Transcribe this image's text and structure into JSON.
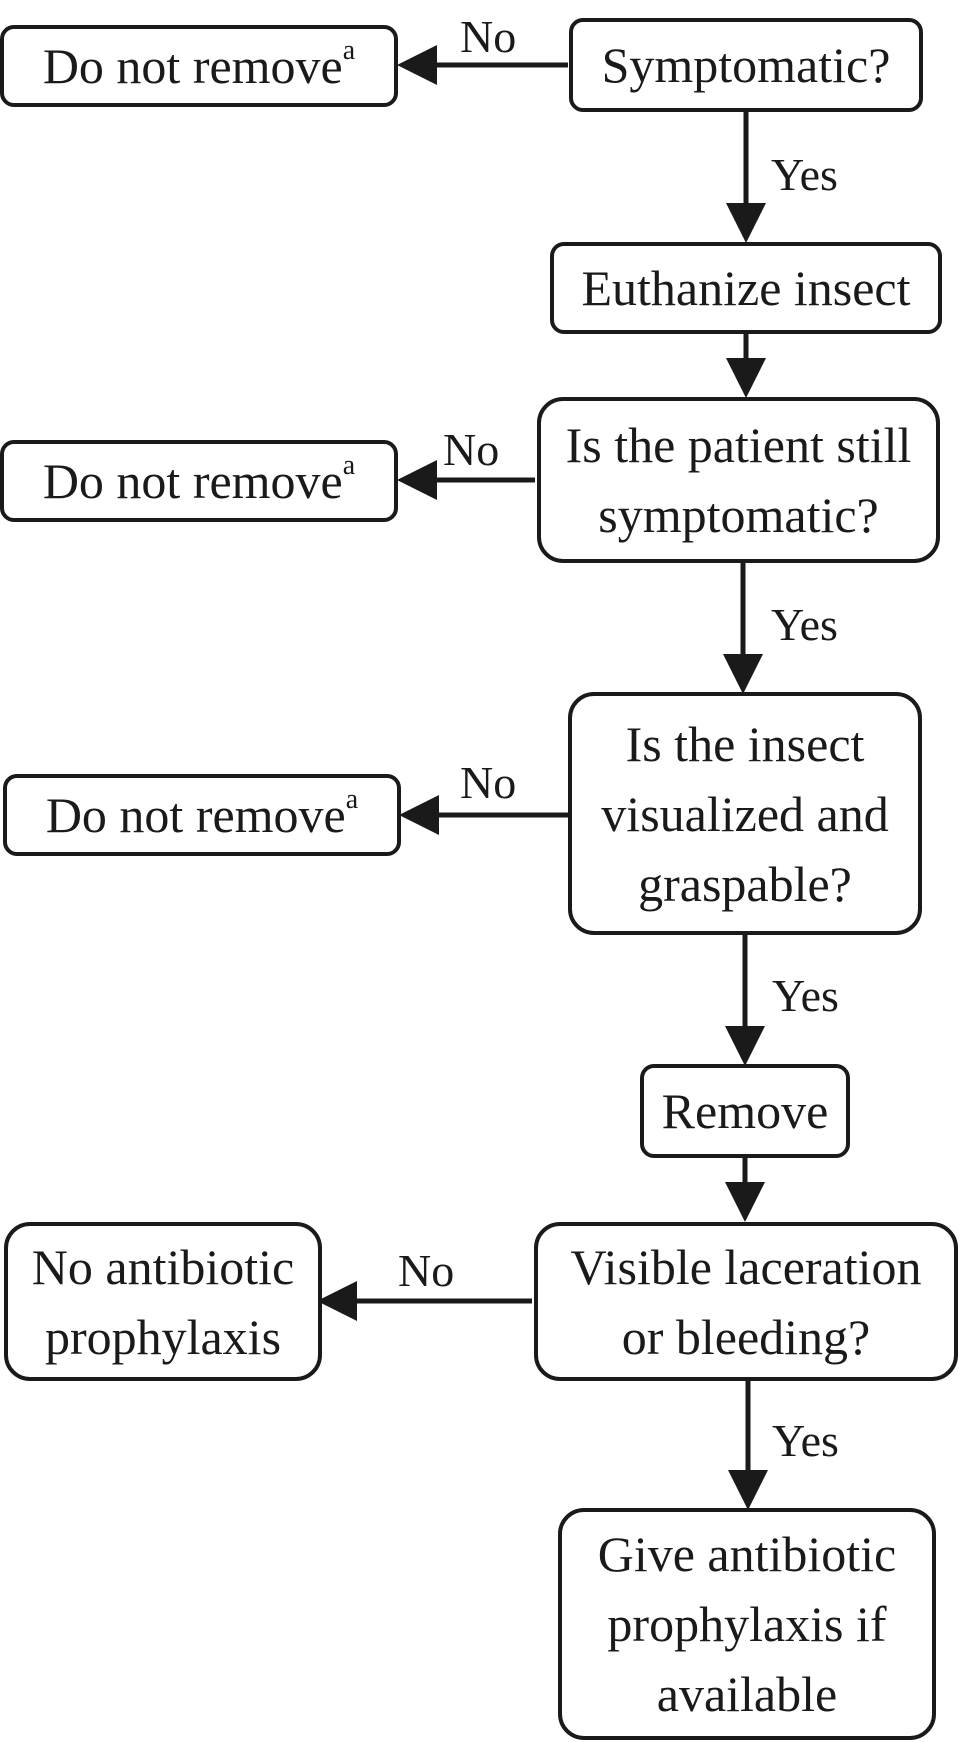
{
  "nodes": {
    "symptomatic": "Symptomatic?",
    "do_not_remove_1": "Do not remove",
    "euthanize": "Euthanize insect",
    "still_symptomatic": [
      "Is the patient still",
      "symptomatic?"
    ],
    "do_not_remove_2": "Do not remove",
    "visualized": [
      "Is the insect",
      "visualized and",
      "graspable?"
    ],
    "do_not_remove_3": "Do not remove",
    "remove": "Remove",
    "laceration": [
      "Visible laceration",
      "or bleeding?"
    ],
    "no_antibiotic": [
      "No antibiotic",
      "prophylaxis"
    ],
    "give_antibiotic": [
      "Give antibiotic",
      "prophylaxis if",
      "available"
    ]
  },
  "footnote_marker": "a",
  "edges": {
    "no_1": "No",
    "yes_1": "Yes",
    "no_2": "No",
    "yes_2": "Yes",
    "no_3": "No",
    "yes_3": "Yes",
    "no_4": "No",
    "yes_4": "Yes"
  },
  "colors": {
    "stroke": "#1a1a1a",
    "background": "#ffffff"
  }
}
